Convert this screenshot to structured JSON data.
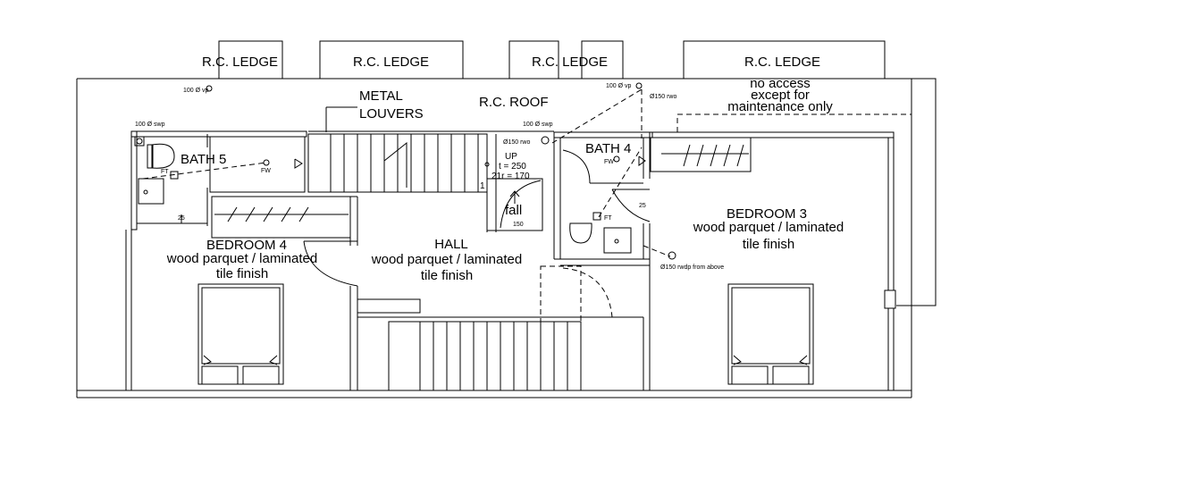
{
  "ledges": [
    "R.C. LEDGE",
    "R.C. LEDGE",
    "R.C. LEDGE",
    "R.C. LEDGE"
  ],
  "roof": {
    "label": "R.C. ROOF",
    "louvers_line1": "METAL",
    "louvers_line2": "LOUVERS",
    "no_access_1": "no access",
    "no_access_2": "except for",
    "no_access_3": "maintenance only"
  },
  "small_notes": {
    "vp_left": "100 Ø vp",
    "vp_right": "100 Ø vp",
    "rwo_top": "Ø150 rwo",
    "swp_left": "100 Ø swp",
    "swp_mid": "100 Ø swp",
    "rwo_stair": "Ø150 rwo",
    "rwdp": "Ø150 rwdp from above",
    "ft_left": "FT",
    "fw_left": "FW",
    "ft_right": "FT",
    "fw_right": "FW",
    "dim_25_left": "25",
    "dim_25_right": "25",
    "dim_150": "150",
    "step_1": "1"
  },
  "stair": {
    "up": "UP",
    "tread": "t = 250",
    "risers": "21r = 170",
    "fall": "fall"
  },
  "rooms": {
    "bath5": "BATH 5",
    "bath4": "BATH 4",
    "bedroom4": {
      "name": "BEDROOM 4",
      "finish1": "wood parquet / laminated",
      "finish2": "tile finish"
    },
    "hall": {
      "name": "HALL",
      "finish1": "wood parquet / laminated",
      "finish2": "tile finish"
    },
    "bedroom3": {
      "name": "BEDROOM 3",
      "finish1": "wood parquet / laminated",
      "finish2": "tile finish"
    }
  }
}
